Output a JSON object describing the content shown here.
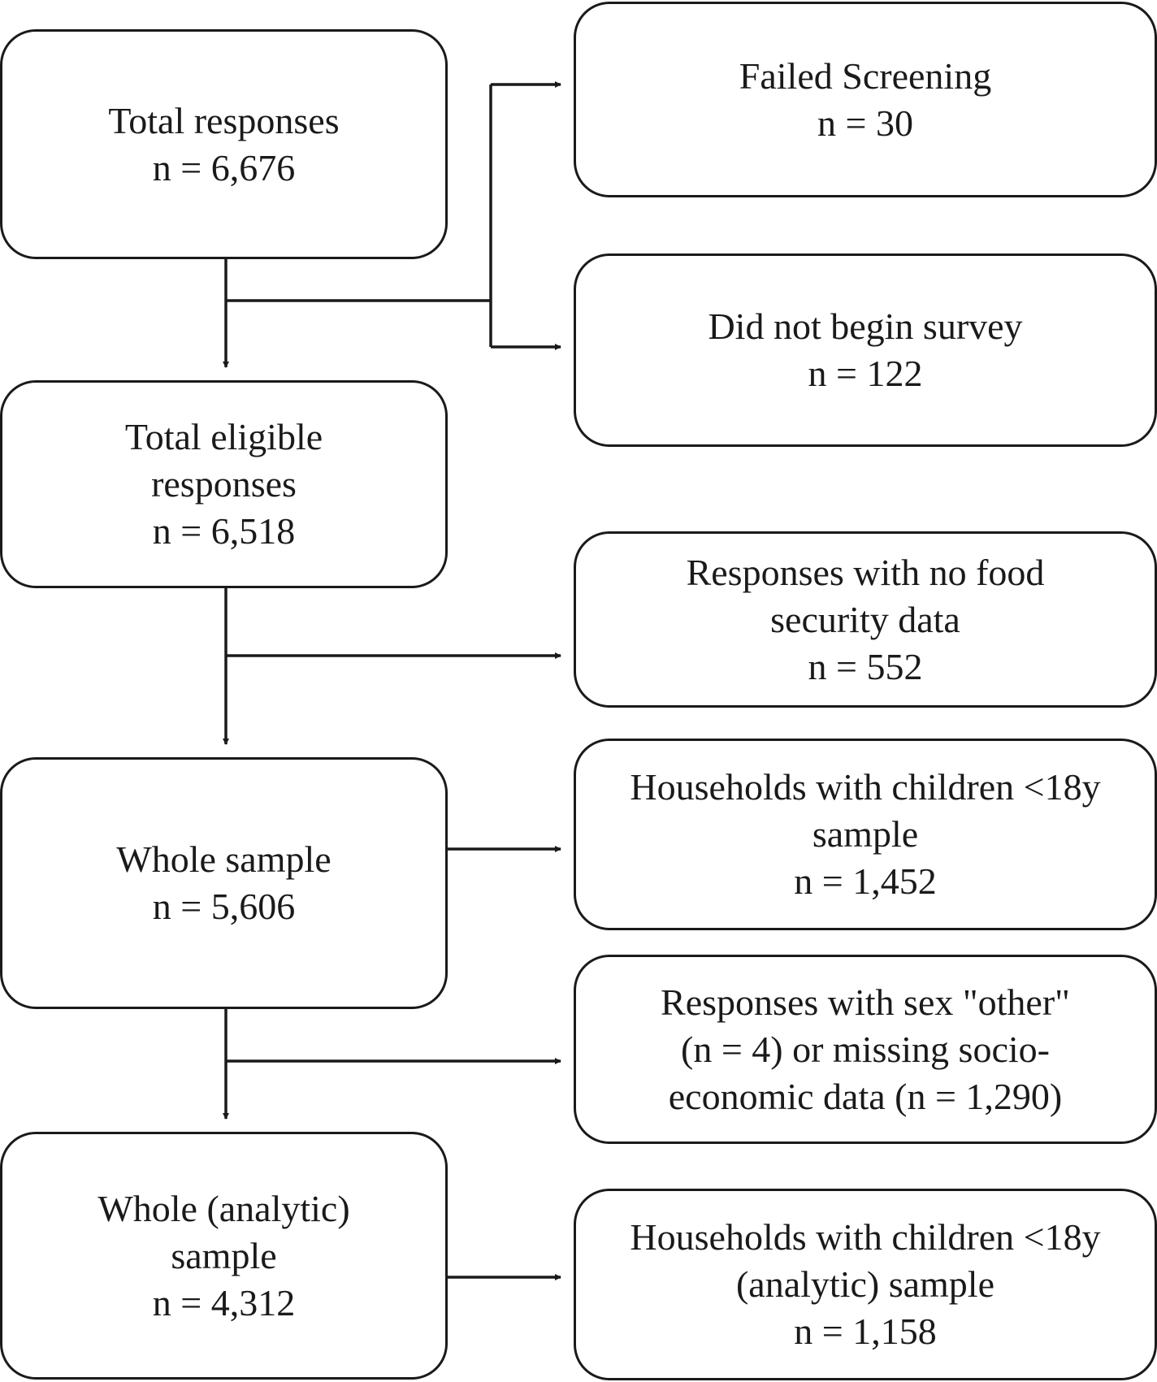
{
  "boxes": {
    "total_responses": {
      "line1": "Total responses",
      "line2": "n = 6,676"
    },
    "failed_screening": {
      "line1": "Failed Screening",
      "line2": "n = 30"
    },
    "did_not_begin": {
      "line1": "Did not begin survey",
      "line2": "n = 122"
    },
    "total_eligible": {
      "line1": "Total eligible",
      "line2": "responses",
      "line3": "n = 6,518"
    },
    "no_food_security": {
      "line1": "Responses with no food",
      "line2": "security data",
      "line3": "n = 552"
    },
    "whole_sample": {
      "line1": "Whole sample",
      "line2": "n = 5,606"
    },
    "households_children": {
      "line1": "Households with children <18y",
      "line2": "sample",
      "line3": "n = 1,452"
    },
    "sex_other_missing": {
      "line1": "Responses with sex \"other\"",
      "line2": "(n = 4) or missing socio-",
      "line3": "economic data (n = 1,290)"
    },
    "whole_analytic": {
      "line1": "Whole (analytic)",
      "line2": "sample",
      "line3": "n = 4,312"
    },
    "households_children_analytic": {
      "line1": "Households with children <18y",
      "line2": "(analytic) sample",
      "line3": "n = 1,158"
    }
  },
  "colors": {
    "stroke": "#1a1a1a",
    "background": "#ffffff"
  }
}
